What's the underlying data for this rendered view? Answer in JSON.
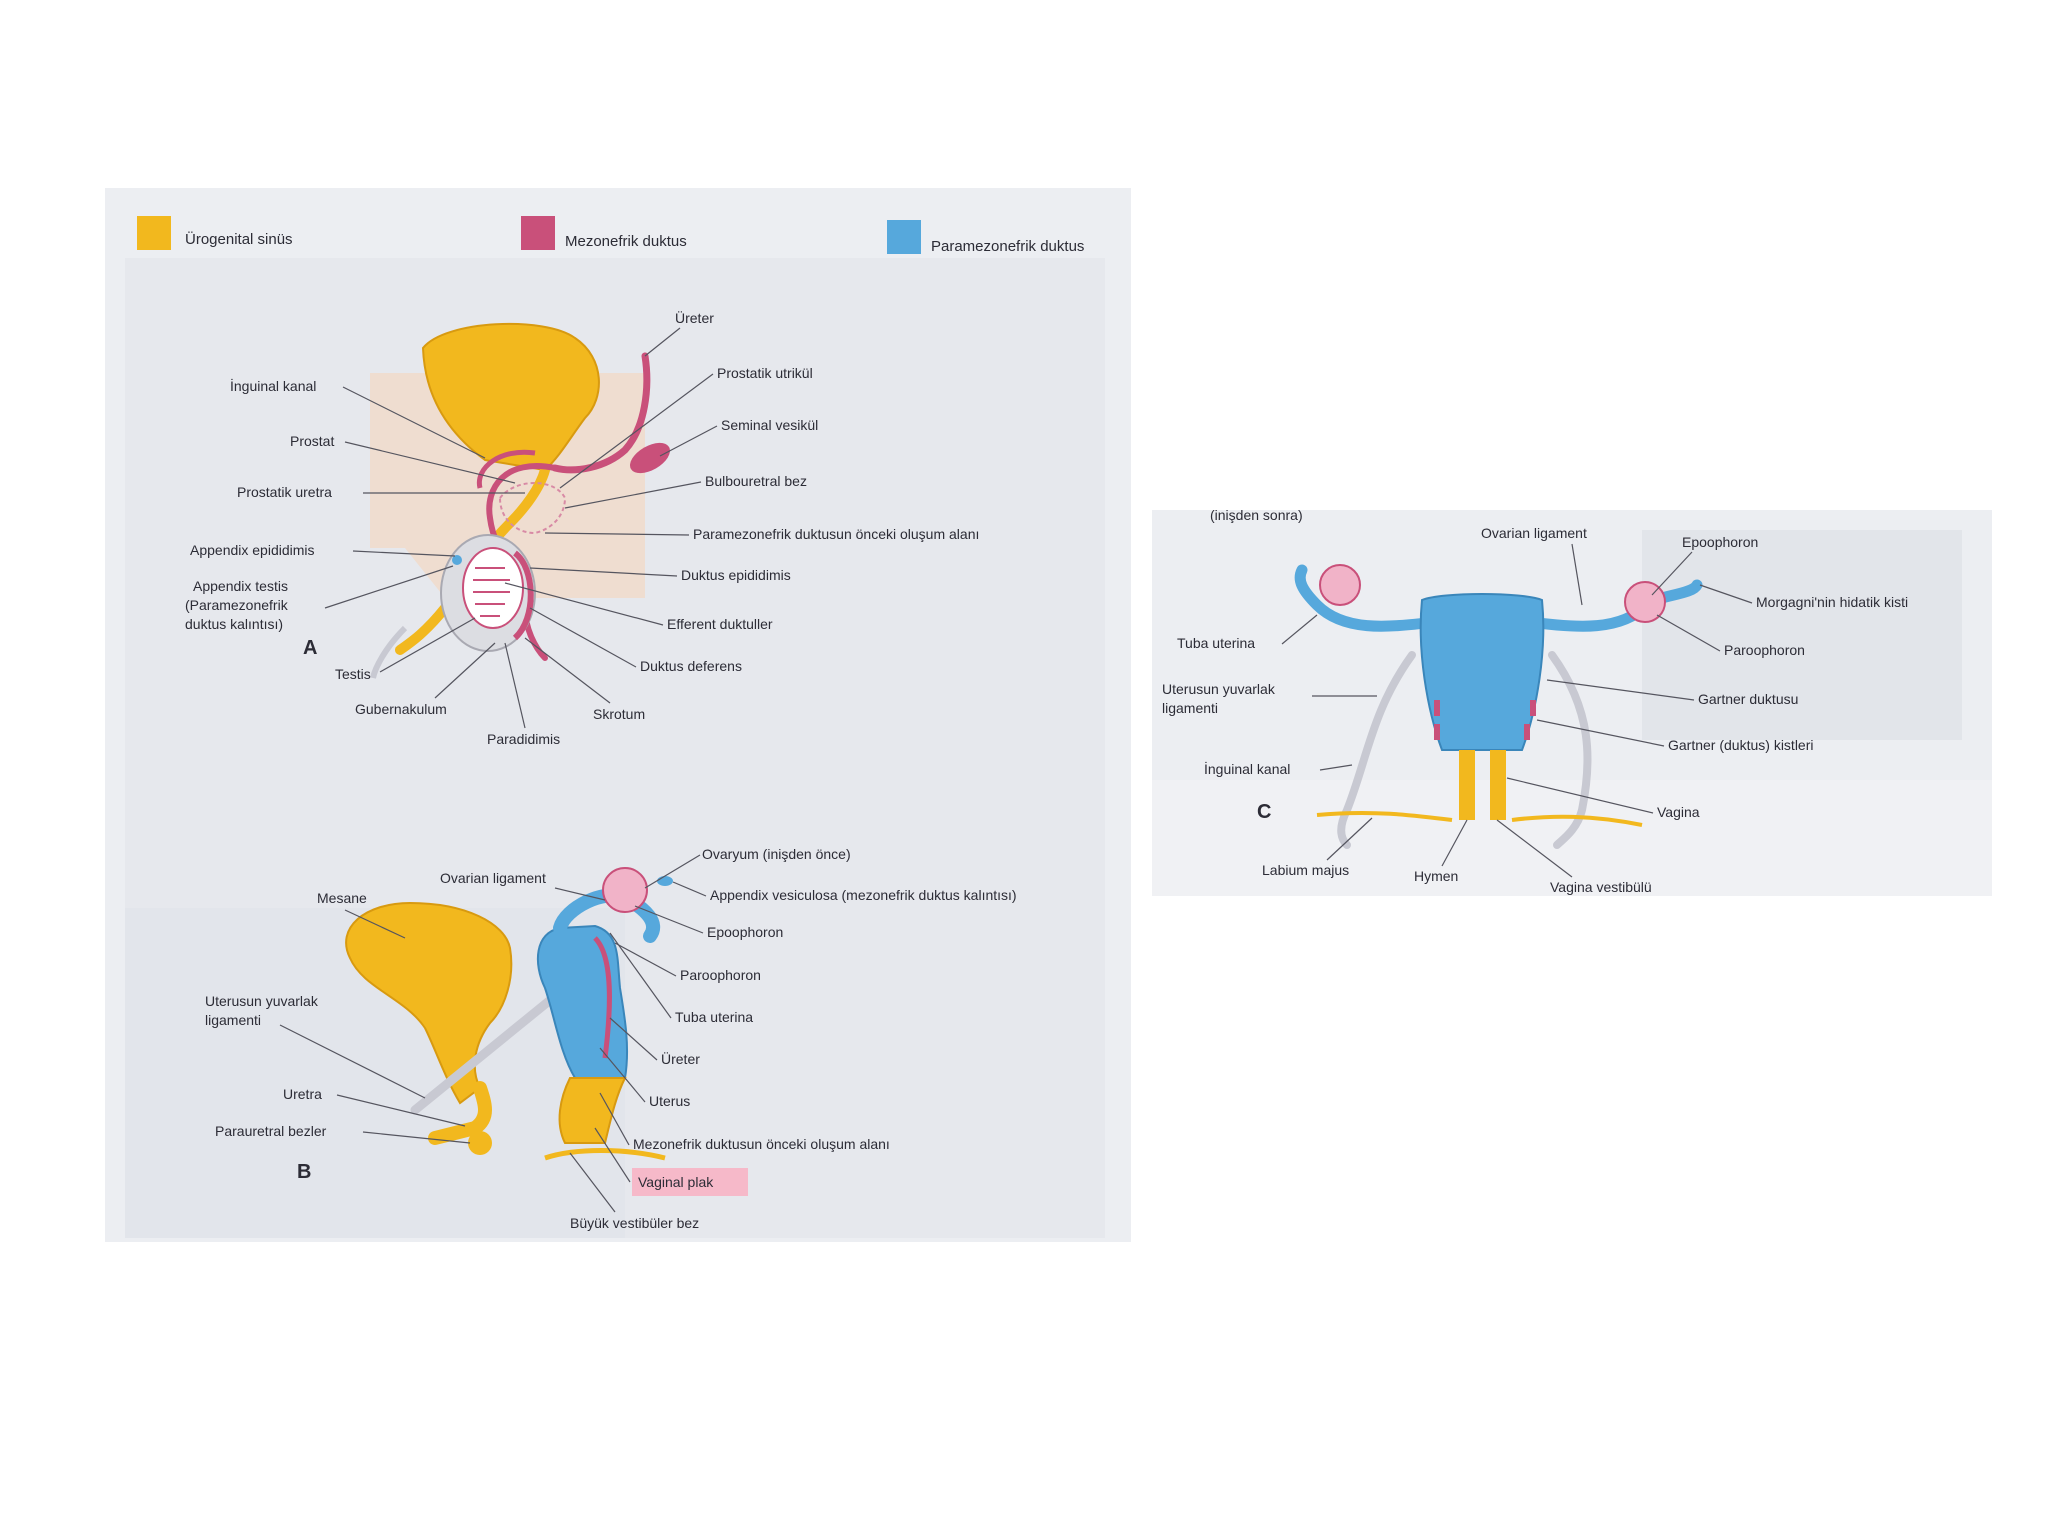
{
  "legend": {
    "urogenital": "Ürogenital sinüs",
    "mesonephric": "Mezonefrik duktus",
    "paramesonephric": "Paramezonefrik duktus"
  },
  "colors": {
    "urogenital": "#f2b81e",
    "mesonephric": "#c9507a",
    "paramesonephric": "#56a8dc",
    "panel": "#eceef2",
    "highlight": "#f6b9c9"
  },
  "panelA": {
    "letter": "A",
    "labels": {
      "ureter": "Üreter",
      "inguinal": "İnguinal kanal",
      "prostatik_utrikul": "Prostatik utrikül",
      "seminal": "Seminal vesikül",
      "prostat": "Prostat",
      "bulbouretral": "Bulbouretral bez",
      "prostatik_uretra": "Prostatik uretra",
      "paramezo_alan": "Paramezonefrik duktusun önceki oluşum alanı",
      "appendix_epididimis": "Appendix epididimis",
      "duktus_epididimis": "Duktus epididimis",
      "appendix_testis_1": "Appendix testis",
      "appendix_testis_2": "(Paramezonefrik",
      "appendix_testis_3": "duktus kalıntısı)",
      "efferent": "Efferent duktuller",
      "duktus_deferens": "Duktus deferens",
      "testis": "Testis",
      "gubernakulum": "Gubernakulum",
      "skrotum": "Skrotum",
      "paradidimis": "Paradidimis"
    }
  },
  "panelB": {
    "letter": "B",
    "labels": {
      "ovaryum": "Ovaryum (inişden önce)",
      "ovarian_lig": "Ovarian ligament",
      "appendix_vesiculosa": "Appendix vesiculosa (mezonefrik duktus kalıntısı)",
      "mesane": "Mesane",
      "epoophoron": "Epoophoron",
      "paroophoron": "Paroophoron",
      "uterus_yuvarlak_1": "Uterusun yuvarlak",
      "uterus_yuvarlak_2": "ligamenti",
      "tuba": "Tuba uterina",
      "ureter": "Üreter",
      "uretra": "Uretra",
      "uterus": "Uterus",
      "parauretral": "Parauretral bezler",
      "mezonefrik_alan": "Mezonefrik duktusun önceki oluşum alanı",
      "vaginal_plak": "Vaginal plak",
      "buyuk_vestibuler": "Büyük vestibüler bez"
    }
  },
  "panelC": {
    "letter": "C",
    "labels": {
      "top_cut": "(inişden sonra)",
      "ovarian_lig": "Ovarian ligament",
      "epoophoron": "Epoophoron",
      "morgagni": "Morgagni'nin hidatik kisti",
      "tuba": "Tuba uterina",
      "paroophoron": "Paroophoron",
      "uterus_yuvarlak_1": "Uterusun yuvarlak",
      "uterus_yuvarlak_2": "ligamenti",
      "gartner_duktusu": "Gartner duktusu",
      "gartner_kistleri": "Gartner (duktus) kistleri",
      "inguinal": "İnguinal kanal",
      "vagina": "Vagina",
      "labium": "Labium majus",
      "hymen": "Hymen",
      "vagina_vestibulu": "Vagina vestibülü"
    }
  }
}
